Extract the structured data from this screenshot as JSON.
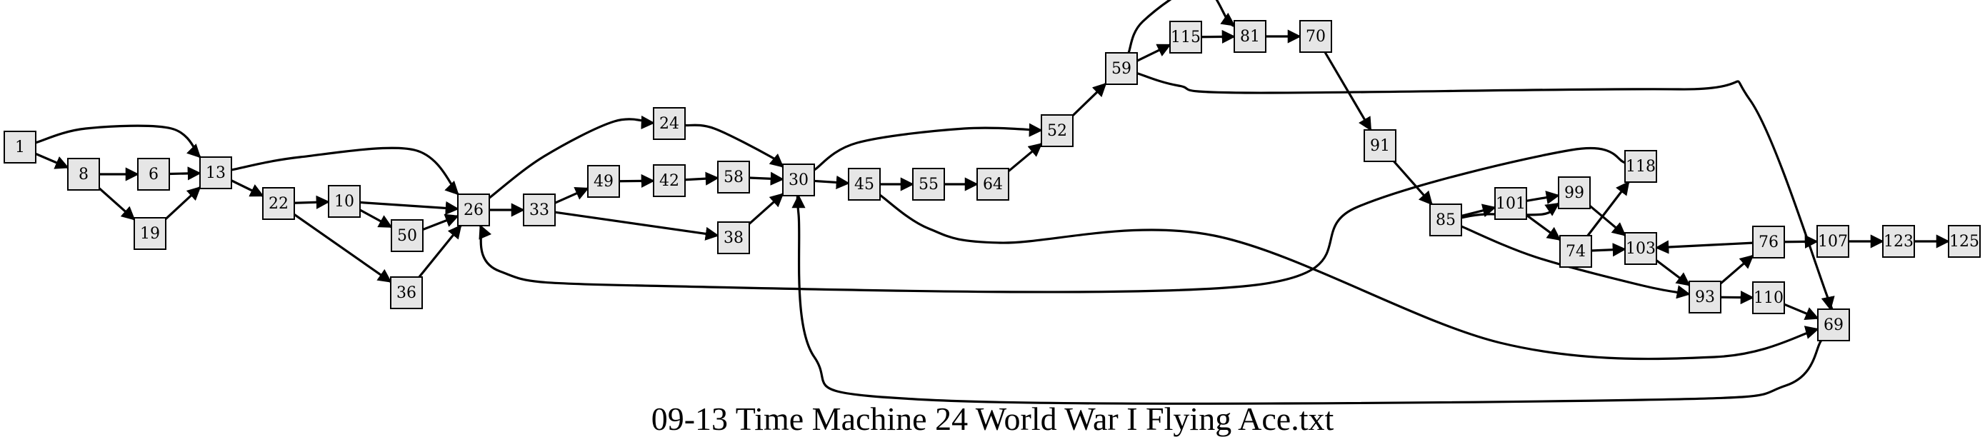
{
  "caption": "09-13 Time Machine 24 World War I Flying Ace.txt",
  "nodes": [
    "1",
    "8",
    "6",
    "19",
    "13",
    "22",
    "10",
    "50",
    "36",
    "26",
    "33",
    "49",
    "42",
    "58",
    "24",
    "38",
    "30",
    "45",
    "55",
    "64",
    "52",
    "59",
    "115",
    "81",
    "70",
    "91",
    "85",
    "101",
    "99",
    "74",
    "118",
    "103",
    "93",
    "76",
    "110",
    "107",
    "123",
    "125",
    "69"
  ],
  "edges": [
    [
      "1",
      "13"
    ],
    [
      "1",
      "8"
    ],
    [
      "8",
      "6"
    ],
    [
      "8",
      "19"
    ],
    [
      "6",
      "13"
    ],
    [
      "19",
      "13"
    ],
    [
      "13",
      "26"
    ],
    [
      "13",
      "22"
    ],
    [
      "22",
      "10"
    ],
    [
      "22",
      "36"
    ],
    [
      "10",
      "26"
    ],
    [
      "10",
      "50"
    ],
    [
      "50",
      "26"
    ],
    [
      "36",
      "26"
    ],
    [
      "26",
      "24"
    ],
    [
      "26",
      "33"
    ],
    [
      "33",
      "49"
    ],
    [
      "33",
      "38"
    ],
    [
      "49",
      "42"
    ],
    [
      "42",
      "58"
    ],
    [
      "58",
      "30"
    ],
    [
      "24",
      "30"
    ],
    [
      "38",
      "30"
    ],
    [
      "30",
      "52"
    ],
    [
      "30",
      "45"
    ],
    [
      "45",
      "55"
    ],
    [
      "45",
      "69"
    ],
    [
      "55",
      "64"
    ],
    [
      "64",
      "52"
    ],
    [
      "52",
      "59"
    ],
    [
      "59",
      "115"
    ],
    [
      "59",
      "81"
    ],
    [
      "59",
      "69"
    ],
    [
      "115",
      "81"
    ],
    [
      "81",
      "70"
    ],
    [
      "70",
      "91"
    ],
    [
      "91",
      "85"
    ],
    [
      "85",
      "101"
    ],
    [
      "85",
      "99"
    ],
    [
      "85",
      "93"
    ],
    [
      "101",
      "99"
    ],
    [
      "101",
      "74"
    ],
    [
      "99",
      "103"
    ],
    [
      "74",
      "103"
    ],
    [
      "74",
      "118"
    ],
    [
      "118",
      "26"
    ],
    [
      "103",
      "93"
    ],
    [
      "93",
      "76"
    ],
    [
      "93",
      "110"
    ],
    [
      "76",
      "103"
    ],
    [
      "76",
      "107"
    ],
    [
      "107",
      "123"
    ],
    [
      "123",
      "125"
    ],
    [
      "110",
      "69"
    ],
    [
      "69",
      "30"
    ]
  ]
}
